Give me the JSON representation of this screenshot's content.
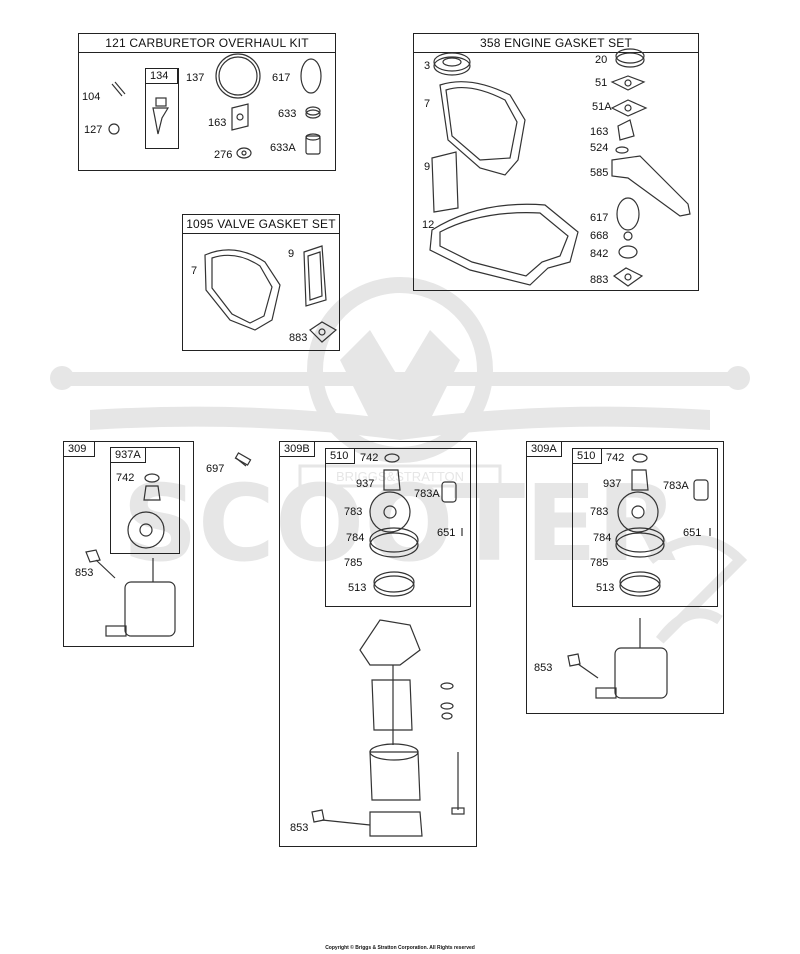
{
  "kits": {
    "carb": {
      "title": "121 CARBURETOR OVERHAUL KIT",
      "sub_tag": "134",
      "labels": [
        "104",
        "127",
        "137",
        "617",
        "633",
        "163",
        "276",
        "633A"
      ]
    },
    "engine": {
      "title": "358 ENGINE GASKET SET",
      "labels": [
        "3",
        "7",
        "9",
        "12",
        "20",
        "51",
        "51A",
        "163",
        "524",
        "585",
        "617",
        "668",
        "842",
        "883"
      ]
    },
    "valve": {
      "title": "1095 VALVE GASKET SET",
      "labels": [
        "7",
        "9",
        "883"
      ]
    }
  },
  "starters": {
    "s309": {
      "tag": "309",
      "sub_tag": "937A",
      "labels": [
        "742",
        "853"
      ]
    },
    "s697": {
      "label": "697"
    },
    "s309b": {
      "tag": "309B",
      "sub_tag": "510",
      "labels": [
        "742",
        "937",
        "783A",
        "783",
        "651",
        "784",
        "785",
        "513",
        "853"
      ]
    },
    "s309a": {
      "tag": "309A",
      "sub_tag": "510",
      "labels": [
        "742",
        "937",
        "783A",
        "783",
        "651",
        "784",
        "785",
        "513",
        "853"
      ]
    }
  },
  "watermark": {
    "word": "SCOOTER",
    "banner": "BRIGGS&STRATTON"
  },
  "footer": "Copyright © Briggs & Stratton Corporation. All Rights reserved"
}
